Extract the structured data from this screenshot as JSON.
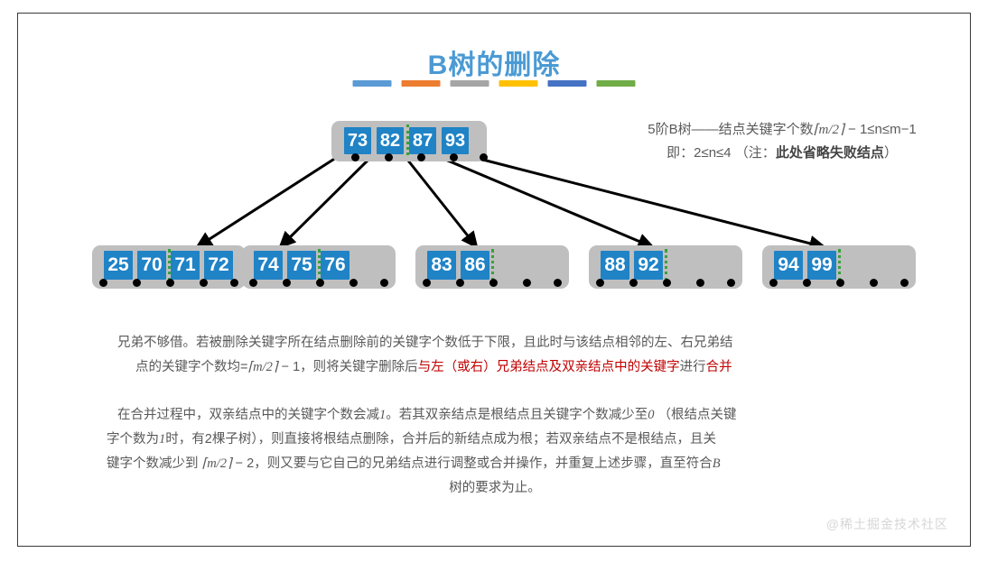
{
  "slide": {
    "title": "B树的删除",
    "watermark": "@稀土掘金技术社区"
  },
  "accent_bars": [
    {
      "name": "bar-blue",
      "color": "#5b9bd5"
    },
    {
      "name": "bar-orange",
      "color": "#ed7d31"
    },
    {
      "name": "bar-gray",
      "color": "#a5a5a5"
    },
    {
      "name": "bar-yellow",
      "color": "#ffc000"
    },
    {
      "name": "bar-navy",
      "color": "#4472c4"
    },
    {
      "name": "bar-green",
      "color": "#70ad47"
    }
  ],
  "note": {
    "line1_a": "5阶B树——结点关键字个数",
    "line1_m": "⌈m/2⌉",
    "line1_b": " − 1≤n≤m−1",
    "line2_a": "即：2≤n≤4 （注：",
    "line2_b": "此处省略失败结点",
    "line2_c": "）"
  },
  "tree": {
    "root": {
      "keys": [
        "73",
        "82",
        "87",
        "93"
      ],
      "pointer_count": 5,
      "divider_after_key": 2
    },
    "leaves": [
      {
        "keys": [
          "25",
          "70",
          "71",
          "72"
        ],
        "capacity": 4,
        "pointer_count": 5,
        "divider_after_key": 2
      },
      {
        "keys": [
          "74",
          "75",
          "76"
        ],
        "capacity": 4,
        "pointer_count": 5,
        "divider_after_key": 2
      },
      {
        "keys": [
          "83",
          "86"
        ],
        "capacity": 4,
        "pointer_count": 5,
        "divider_after_key": 2
      },
      {
        "keys": [
          "88",
          "92"
        ],
        "capacity": 4,
        "pointer_count": 5,
        "divider_after_key": 2
      },
      {
        "keys": [
          "94",
          "99"
        ],
        "capacity": 4,
        "pointer_count": 5,
        "divider_after_key": 2
      }
    ]
  },
  "paragraphs": {
    "p1_line1": "兄弟不够借。若被删除关键字所在结点删除前的关键字个数低于下限，且此时与该结点相邻的左、右兄弟结",
    "p1_line2_a": "点的关键字个数均=",
    "p1_line2_m": "⌈m/2⌉",
    "p1_line2_b": " − 1，则将关键字删除后",
    "p1_line2_red1": "与左（或右）兄弟结点及双亲结点中的关键字",
    "p1_line2_tail": "进行",
    "p1_line2_red2": "合并",
    "p2_line1_a": "在合并过程中，双亲结点中的关键字个数会减",
    "p2_line1_n1": "1",
    "p2_line1_b": "。若其双亲结点是根结点且关键字个数减少至",
    "p2_line1_n2": "0",
    "p2_line1_c": " （根结点关键",
    "p2_line2_a": "字个数为",
    "p2_line2_n1": "1",
    "p2_line2_b": "时，有2棵子树），则直接将根结点删除，合并后的新结点成为根；若双亲结点不是根结点，且关",
    "p2_line3_a": "键字个数减少到 ",
    "p2_line3_m": "⌈m/2⌉",
    "p2_line3_b": " − 2，则又要与它自己的兄弟结点进行调整或合并操作，并重复上述步骤，直至符合",
    "p2_line3_B": "B",
    "p2_line4": "树的要求为止。"
  },
  "colors": {
    "title": "#4a9ad4",
    "key_fill": "#1f83c6",
    "node_fill": "#bfbfbf",
    "divider": "#3aa03a",
    "highlight_red": "#c00000",
    "body_text": "#595959"
  }
}
